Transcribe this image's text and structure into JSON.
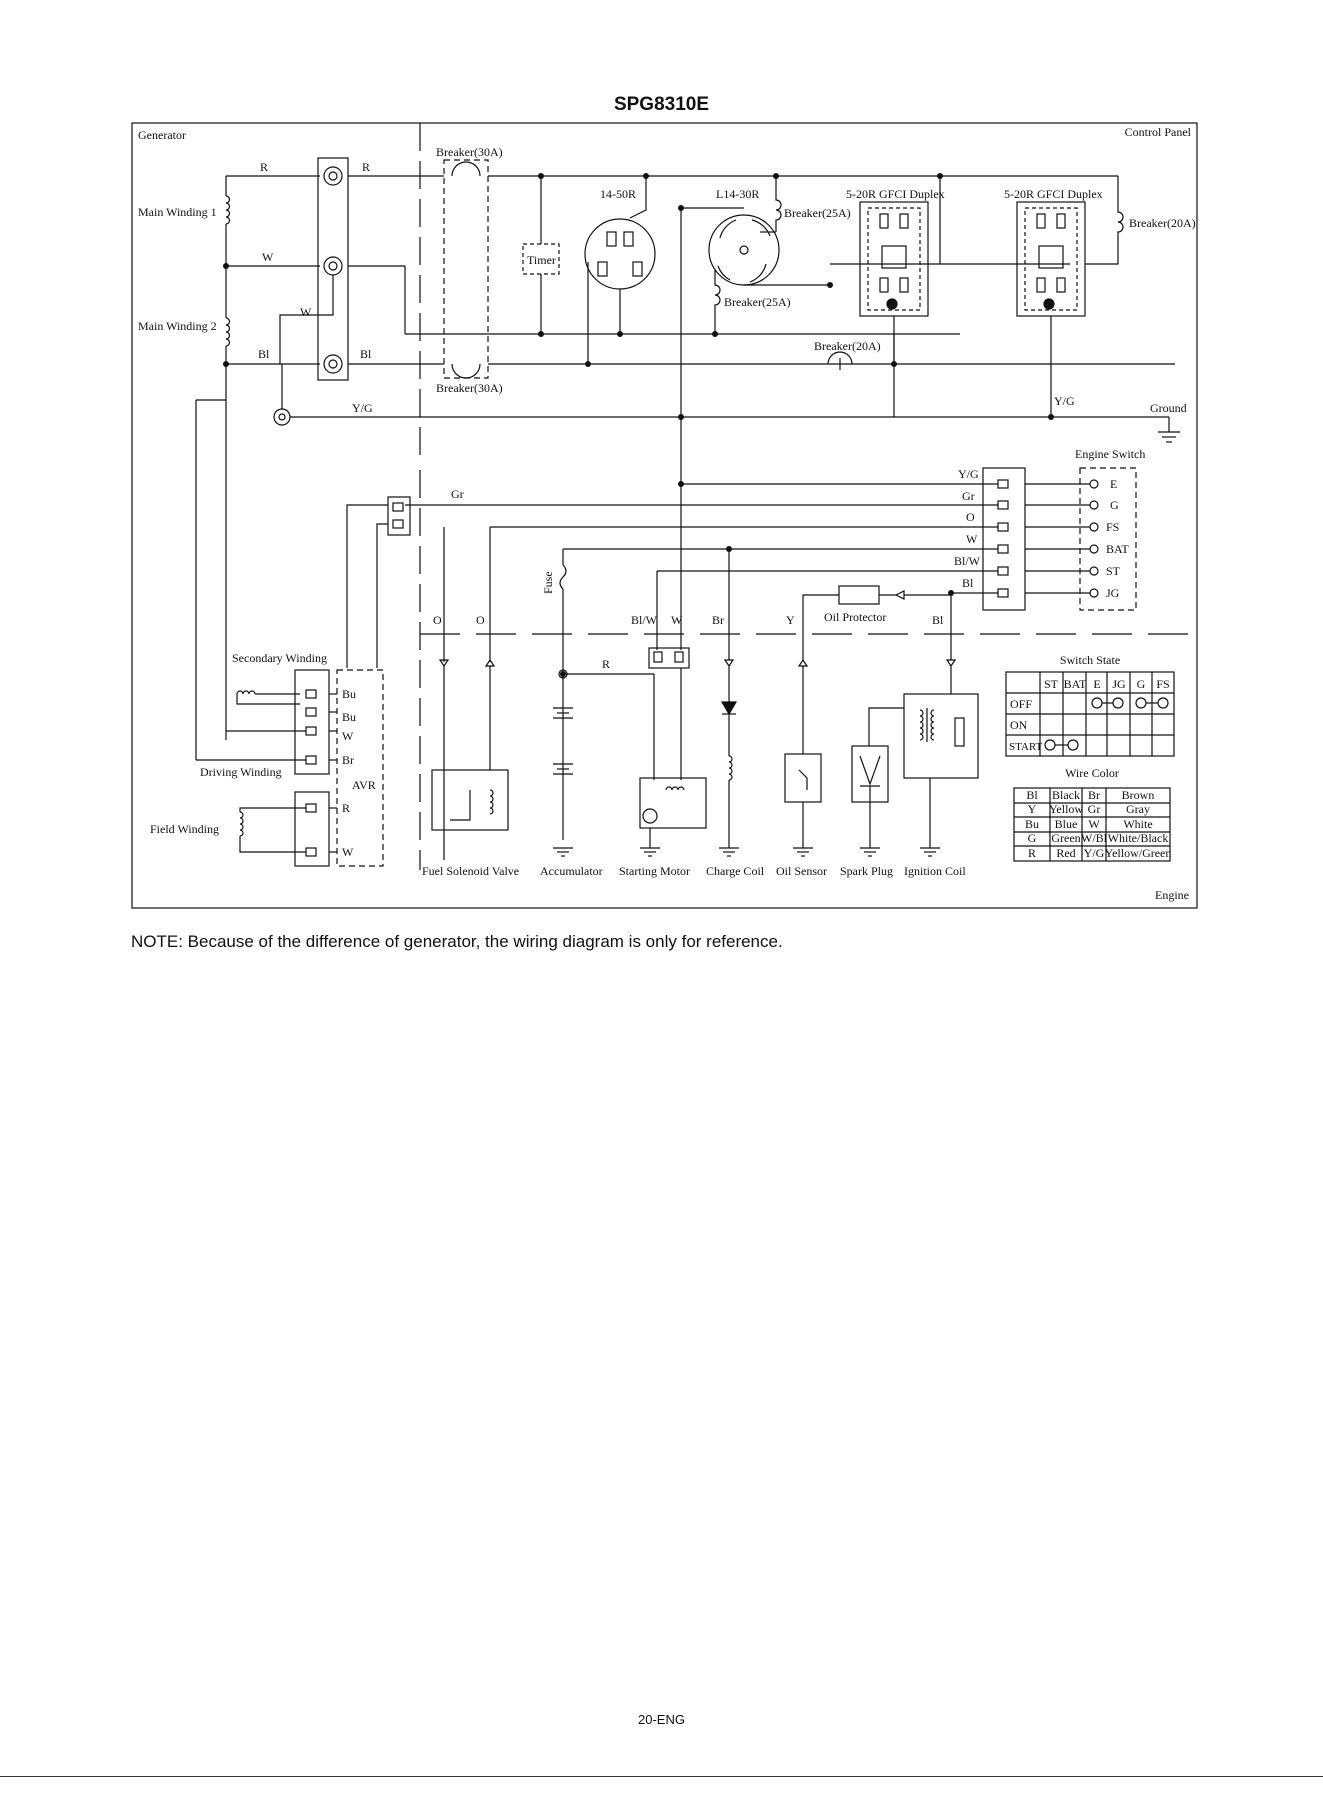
{
  "title": "SPG8310E",
  "regions": {
    "generator": "Generator",
    "control_panel": "Control Panel",
    "engine": "Engine"
  },
  "generator_labels": {
    "main_winding_1": "Main Winding 1",
    "main_winding_2": "Main Winding 2",
    "secondary_winding": "Secondary Winding",
    "driving_winding": "Driving Winding",
    "field_winding": "Field Winding",
    "avr": "AVR"
  },
  "wire_labels": {
    "r": "R",
    "w": "W",
    "bl": "Bl",
    "yg": "Y/G",
    "gr": "Gr",
    "o": "O",
    "blw": "Bl/W",
    "br": "Br",
    "y": "Y",
    "bu": "Bu"
  },
  "panel_labels": {
    "breaker_30a": "Breaker(30A)",
    "timer": "Timer",
    "outlet_14_50r": "14-50R",
    "outlet_l14_30r": "L14-30R",
    "breaker_25a": "Breaker(25A)",
    "gfci_duplex": "5-20R GFCI Duplex",
    "breaker_20a": "Breaker(20A)",
    "ground": "Ground",
    "engine_switch": "Engine Switch",
    "fuse": "Fuse",
    "oil_protector": "Oil Protector"
  },
  "engine_switch_terminals": [
    "E",
    "G",
    "FS",
    "BAT",
    "ST",
    "JG"
  ],
  "engine_components": {
    "fuel_solenoid_valve": "Fuel Solenoid Valve",
    "accumulator": "Accumulator",
    "starting_motor": "Starting Motor",
    "charge_coil": "Charge Coil",
    "oil_sensor": "Oil Sensor",
    "spark_plug": "Spark Plug",
    "ignition_coil": "Ignition Coil"
  },
  "switch_state": {
    "title": "Switch State",
    "columns": [
      "ST",
      "BAT",
      "E",
      "JG",
      "G",
      "FS"
    ],
    "rows": [
      "OFF",
      "ON",
      "START"
    ]
  },
  "wire_color": {
    "title": "Wire Color",
    "rows": [
      [
        "Bl",
        "Black",
        "Br",
        "Brown"
      ],
      [
        "Y",
        "Yellow",
        "Gr",
        "Gray"
      ],
      [
        "Bu",
        "Blue",
        "W",
        "White"
      ],
      [
        "G",
        "Green",
        "W/Bl",
        "White/Black"
      ],
      [
        "R",
        "Red",
        "Y/G",
        "Yellow/Green"
      ]
    ]
  },
  "note": "NOTE: Because of the difference of generator, the wiring diagram is only for reference.",
  "page_number": "20-ENG"
}
